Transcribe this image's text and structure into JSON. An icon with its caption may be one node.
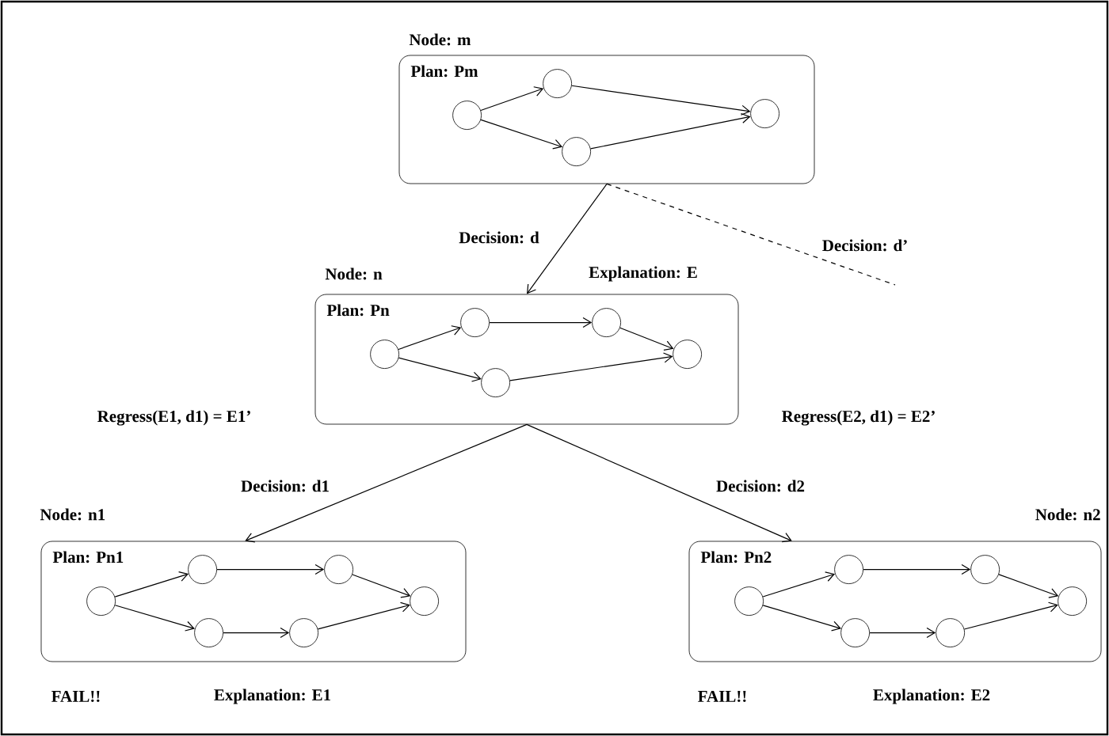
{
  "diagram": {
    "nodes": [
      {
        "text": [
          "Node: m",
          "Plan: Pm"
        ]
      },
      {
        "text": [],
        "shape": "circle",
        "in": 0
      },
      {
        "text": [],
        "shape": "circle",
        "in": 0
      },
      {
        "text": [],
        "shape": "circle",
        "in": 0
      },
      {
        "text": [],
        "shape": "circle",
        "in": 0
      },
      {
        "text": [
          "Node: n",
          "Plan: Pn"
        ],
        "beside": [
          "Explanation: E"
        ]
      },
      {
        "text": [],
        "shape": "circle",
        "in": 5
      },
      {
        "text": [],
        "shape": "circle",
        "in": 5
      },
      {
        "text": [],
        "shape": "circle",
        "in": 5
      },
      {
        "text": [],
        "shape": "circle",
        "in": 5
      },
      {
        "text": [],
        "shape": "circle",
        "in": 5
      },
      {
        "text": [
          "Node: n1",
          "Plan: Pn1"
        ],
        "beside": [
          "FAIL!!",
          "Explanation: E1"
        ]
      },
      {
        "text": [],
        "shape": "circle",
        "in": 11
      },
      {
        "text": [],
        "shape": "circle",
        "in": 11
      },
      {
        "text": [],
        "shape": "circle",
        "in": 11
      },
      {
        "text": [],
        "shape": "circle",
        "in": 11
      },
      {
        "text": [],
        "shape": "circle",
        "in": 11
      },
      {
        "text": [],
        "shape": "circle",
        "in": 11
      },
      {
        "text": [
          "Node: n2",
          "Plan: Pn2"
        ],
        "beside": [
          "FAIL!!",
          "Explanation: E2"
        ]
      },
      {
        "text": [],
        "shape": "circle",
        "in": 18
      },
      {
        "text": [],
        "shape": "circle",
        "in": 18
      },
      {
        "text": [],
        "shape": "circle",
        "in": 18
      },
      {
        "text": [],
        "shape": "circle",
        "in": 18
      },
      {
        "text": [],
        "shape": "circle",
        "in": 18
      },
      {
        "text": [],
        "shape": "circle",
        "in": 18
      }
    ],
    "edges": [
      {
        "from": 1,
        "to": 2,
        "arrow": "to"
      },
      {
        "from": 1,
        "to": 3,
        "arrow": "to"
      },
      {
        "from": 2,
        "to": 4,
        "arrow": "to"
      },
      {
        "from": 3,
        "to": 4,
        "arrow": "to"
      },
      {
        "from": 6,
        "to": 7,
        "arrow": "to"
      },
      {
        "from": 7,
        "to": 8,
        "arrow": "to"
      },
      {
        "from": 8,
        "to": 9,
        "arrow": "to"
      },
      {
        "from": 6,
        "to": 10,
        "arrow": "to"
      },
      {
        "from": 10,
        "to": 9,
        "arrow": "to"
      },
      {
        "from": 12,
        "to": 13,
        "arrow": "to"
      },
      {
        "from": 13,
        "to": 14,
        "arrow": "to"
      },
      {
        "from": 14,
        "to": 15,
        "arrow": "to"
      },
      {
        "from": 12,
        "to": 16,
        "arrow": "to"
      },
      {
        "from": 16,
        "to": 17,
        "arrow": "to"
      },
      {
        "from": 17,
        "to": 15,
        "arrow": "to"
      },
      {
        "from": 19,
        "to": 20,
        "arrow": "to"
      },
      {
        "from": 20,
        "to": 21,
        "arrow": "to"
      },
      {
        "from": 21,
        "to": 22,
        "arrow": "to"
      },
      {
        "from": 19,
        "to": 23,
        "arrow": "to"
      },
      {
        "from": 23,
        "to": 24,
        "arrow": "to"
      },
      {
        "from": 24,
        "to": 22,
        "arrow": "to"
      },
      {
        "from": 0,
        "to": 5,
        "arrow": "to",
        "label": "Decision: d"
      },
      {
        "from": 0,
        "to": null,
        "arrow": "none",
        "style": "dashed",
        "label": "Decision: d’"
      },
      {
        "from": 5,
        "to": 11,
        "arrow": "to",
        "label": "Decision: d1"
      },
      {
        "from": 5,
        "to": 18,
        "arrow": "to",
        "label": "Decision: d2"
      }
    ],
    "labels": [
      "Regress(E1, d1) = E1’",
      "Regress(E2, d1) = E2’"
    ]
  }
}
